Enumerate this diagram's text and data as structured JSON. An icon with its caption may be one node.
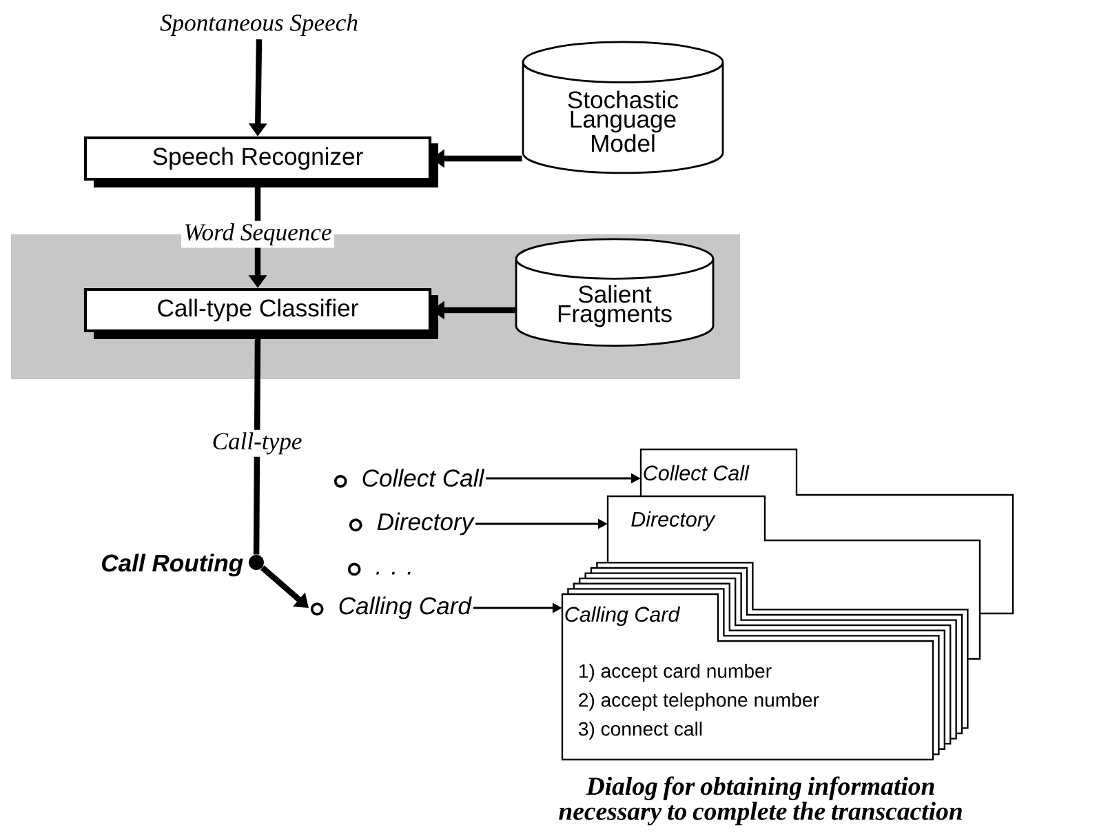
{
  "diagram": {
    "caption": "Dialog for obtaining information necessary to complete the transcaction",
    "nodes": [
      {
        "text": [
          "Spontaneous Speech"
        ]
      },
      {
        "text": [
          "Speech Recognizer"
        ]
      },
      {
        "text": [
          "Stochastic Language Model"
        ]
      },
      {
        "text": [
          "Call-type Classifier"
        ]
      },
      {
        "text": [
          "Salient Fragments"
        ]
      },
      {
        "text": [],
        "shape": "circle",
        "beside": [
          "Call Routing"
        ]
      },
      {
        "text": [
          "Collect Call"
        ]
      },
      {
        "text": [
          "Directory"
        ]
      },
      {
        "text": [
          ". . ."
        ]
      },
      {
        "text": [
          "Calling Card"
        ]
      },
      {
        "text": [
          "Collect Call"
        ]
      },
      {
        "text": [
          "Directory"
        ]
      },
      {
        "text": [
          "Calling Card",
          "1) accept card number",
          "2) accept telephone number",
          "3) connect call"
        ]
      }
    ],
    "edges": [
      {
        "from": 0,
        "to": 1,
        "arrow": "to"
      },
      {
        "from": 2,
        "to": 1,
        "arrow": "to"
      },
      {
        "from": 1,
        "to": 3,
        "arrow": "to",
        "label": "Word Sequence"
      },
      {
        "from": 4,
        "to": 3,
        "arrow": "to"
      },
      {
        "from": 3,
        "to": 5,
        "arrow": "none",
        "label": "Call-type"
      },
      {
        "from": 5,
        "to": 9,
        "arrow": "to"
      },
      {
        "from": 6,
        "to": 10,
        "arrow": "to"
      },
      {
        "from": 7,
        "to": 11,
        "arrow": "to"
      },
      {
        "from": 9,
        "to": 12,
        "arrow": "to"
      }
    ]
  }
}
